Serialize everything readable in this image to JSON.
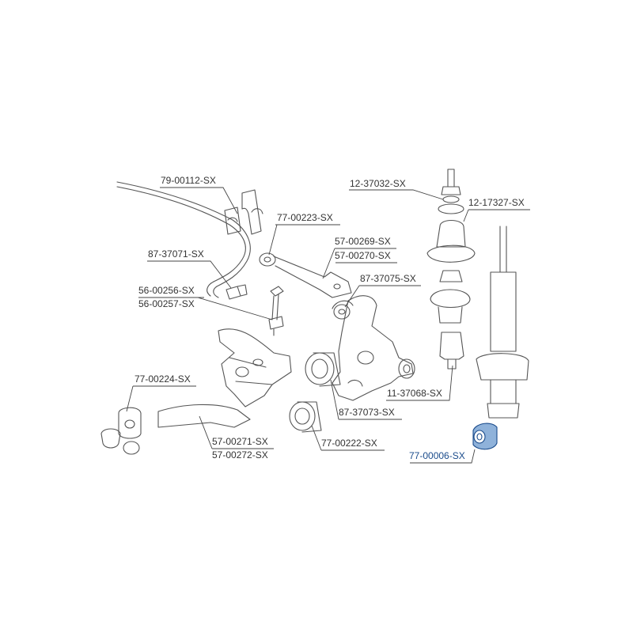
{
  "colors": {
    "ink": "#333333",
    "line": "#555555",
    "highlight": "#1b4c8c",
    "highlight_fill": "#8fb2da"
  },
  "labels": {
    "p79_00112": "79-00112-SX",
    "p77_00223": "77-00223-SX",
    "p87_37071": "87-37071-SX",
    "p56_00256": "56-00256-SX",
    "p56_00257": "56-00257-SX",
    "p57_00269": "57-00269-SX",
    "p57_00270": "57-00270-SX",
    "p87_37075": "87-37075-SX",
    "p12_37032": "12-37032-SX",
    "p12_17327": "12-17327-SX",
    "p11_37068": "11-37068-SX",
    "p77_00224": "77-00224-SX",
    "p87_37073": "87-37073-SX",
    "p77_00222": "77-00222-SX",
    "p57_00271": "57-00271-SX",
    "p57_00272": "57-00272-SX",
    "p77_00006": "77-00006-SX"
  }
}
